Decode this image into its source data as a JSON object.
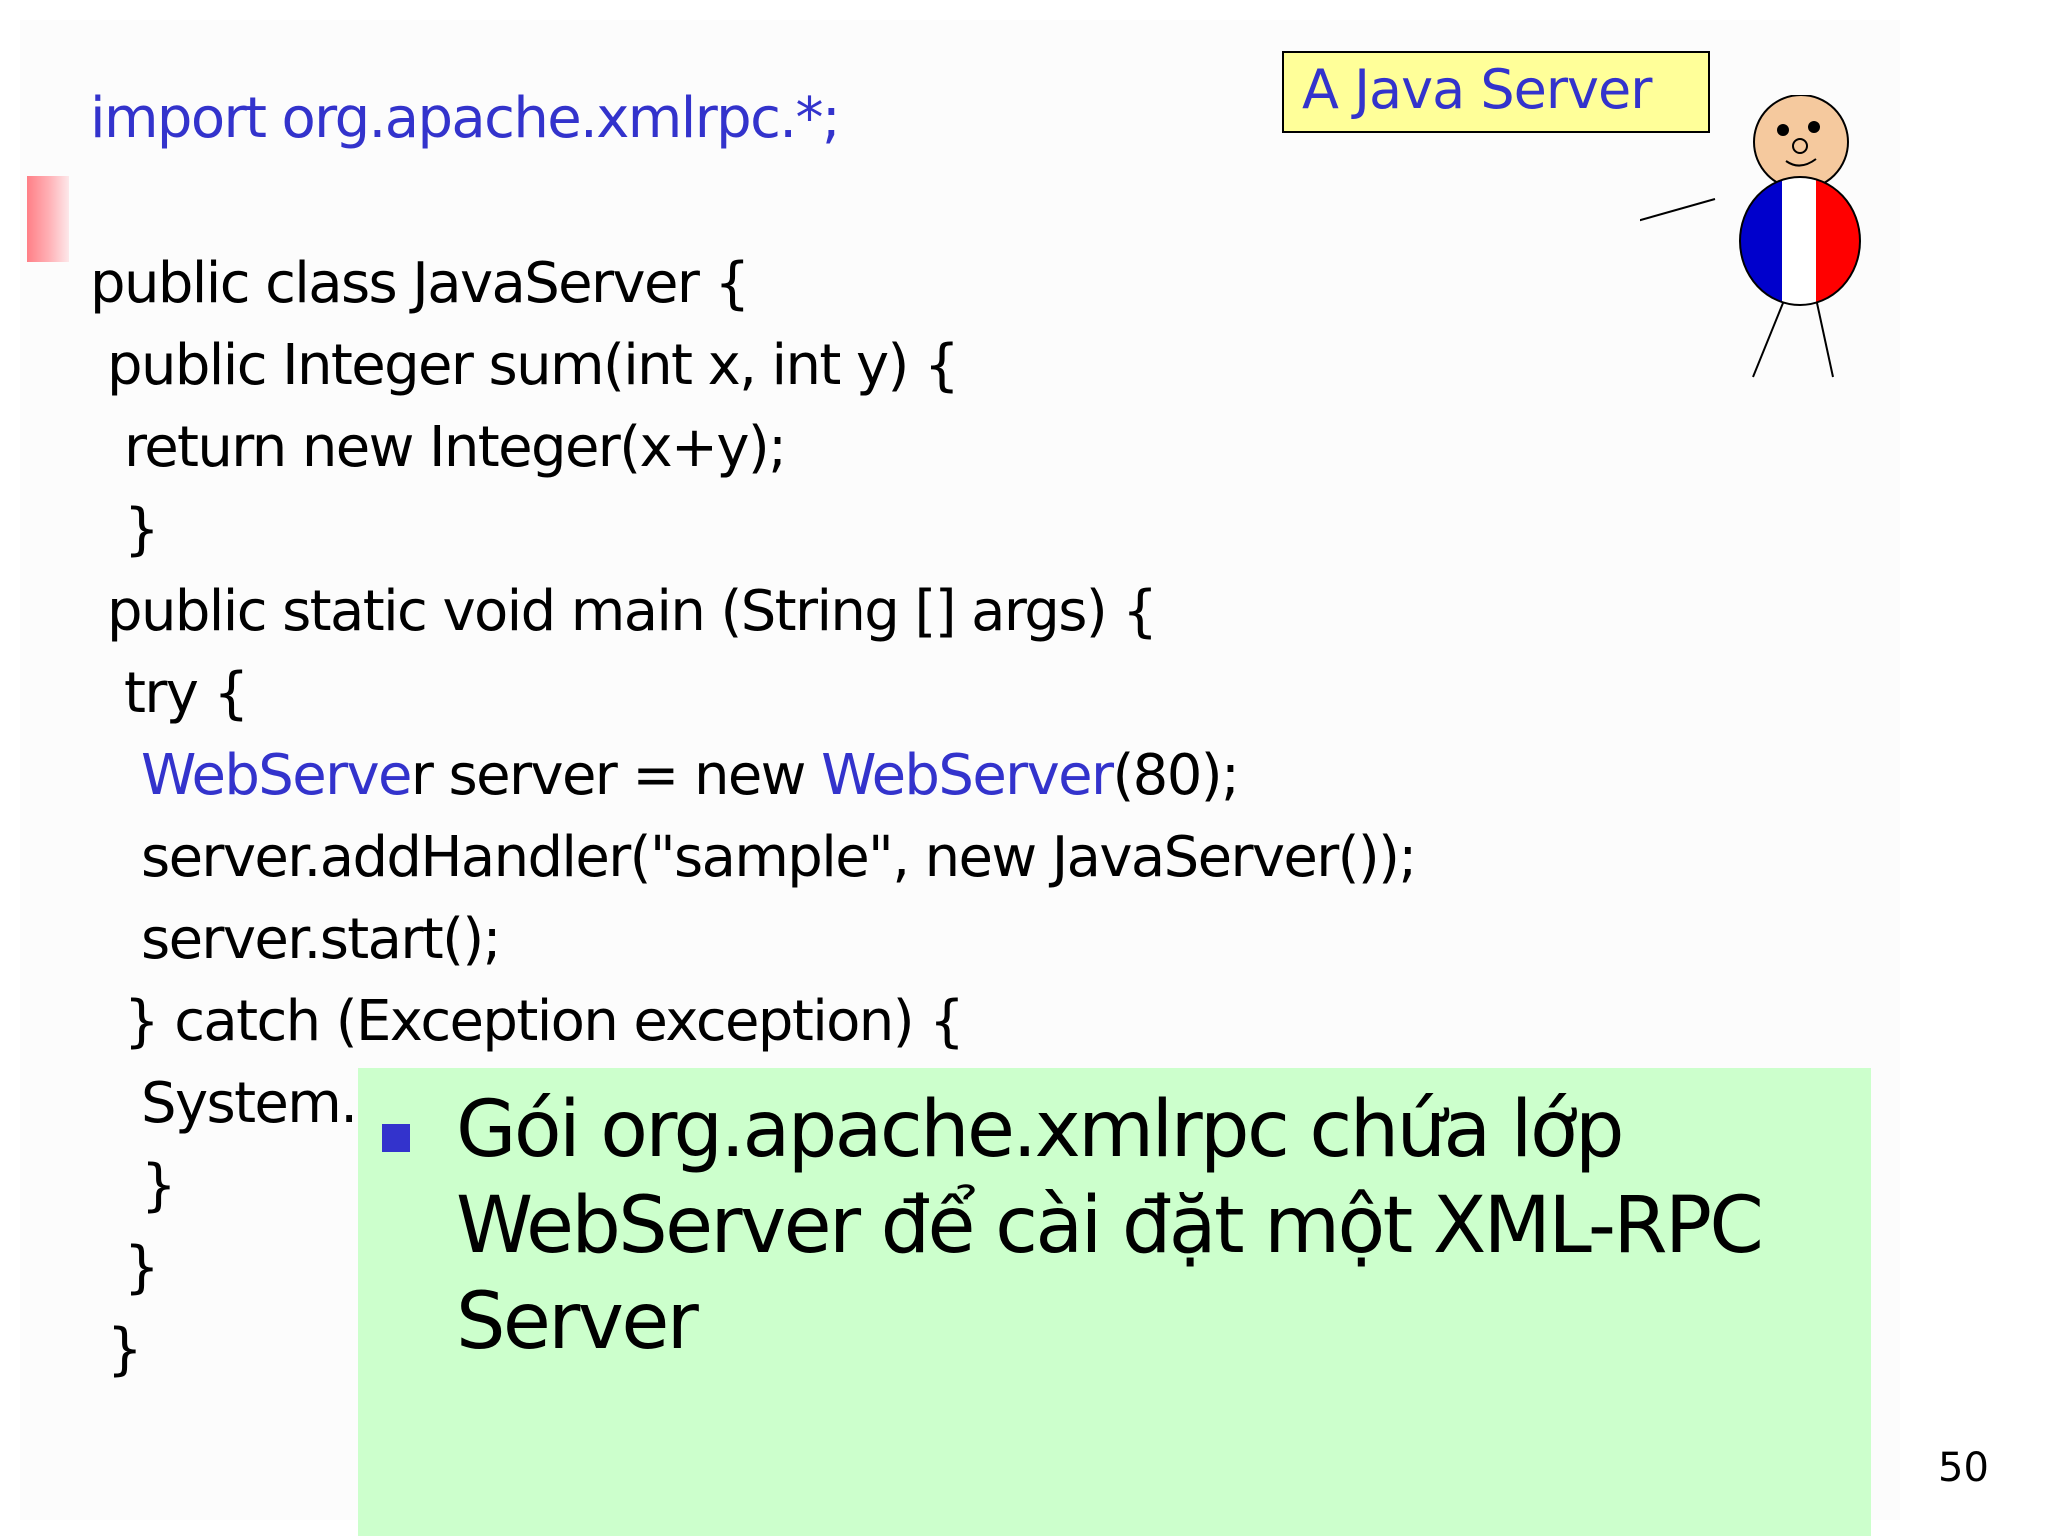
{
  "code": {
    "import_line": "import org.apache.xmlrpc.*;",
    "class_decl": "public class JavaServer {",
    "sum_decl": "public Integer sum(int x, int y) {",
    "return_stmt": "return new Integer(x+y);",
    "close_brace": "}",
    "main_decl": "public static void main (String [] args) {",
    "try_open": "try {",
    "webserver_type": "WebServe",
    "webserver_type_tail": "r server = new ",
    "webserver_ctor": "WebServer",
    "webserver_args": "(80);",
    "add_handler": "server.addHandler(\"sample\", new JavaServer());",
    "start_call": "server.start();",
    "catch_line": "} catch (Exception exception) {",
    "system_partial": "System.e"
  },
  "callout": {
    "label": "A Java Server"
  },
  "note": {
    "text": "Gói org.apache.xmlrpc chứa lớp WebServer để cài đặt một XML-RPC Server"
  },
  "page": {
    "number": "50"
  },
  "colors": {
    "code_keyword": "#3333cc",
    "callout_background": "#ffff99",
    "note_background": "#ccffcc",
    "bullet": "#3333cc",
    "flag_blue": "#0000cc",
    "flag_red": "#ff0000"
  },
  "icons": {
    "figure": "stick-figure-with-flag-shirt-icon",
    "accent": "slide-accent-bar"
  }
}
